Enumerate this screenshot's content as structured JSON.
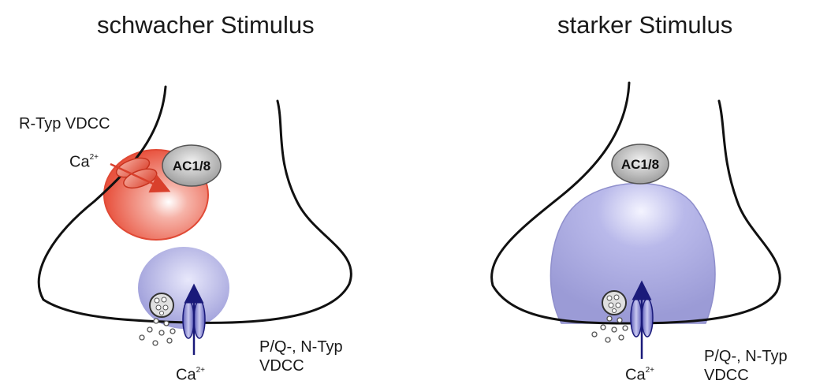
{
  "panels": [
    {
      "title": "schwacher Stimulus",
      "r_type_label": "R-Typ VDCC",
      "ca_top": {
        "base": "Ca",
        "charge": "2+"
      },
      "enzyme_label": "AC1/8",
      "pq_label_line1": "P/Q-, N-Typ",
      "pq_label_line2": "VDCC",
      "ca_bottom": {
        "base": "Ca",
        "charge": "2+"
      }
    },
    {
      "title": "starker Stimulus",
      "enzyme_label": "AC1/8",
      "pq_label_line1": "P/Q-, N-Typ",
      "pq_label_line2": "VDCC",
      "ca_bottom": {
        "base": "Ca",
        "charge": "2+"
      }
    }
  ],
  "colors": {
    "membrane": "#111111",
    "red_microdomain": "#e8533f",
    "blue_microdomain": "#9f9fdc",
    "channel_blue": "#6f6fc8",
    "channel_dark": "#1a1a7a",
    "enzyme_gray": "#b9b9b9"
  }
}
